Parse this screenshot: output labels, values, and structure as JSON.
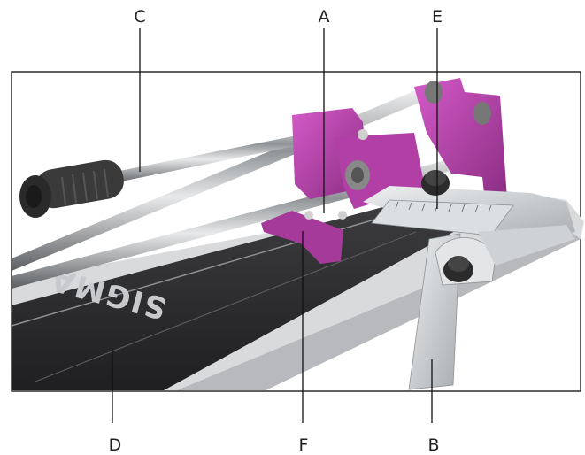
{
  "diagram": {
    "brand_text": "SIGMA",
    "callouts": {
      "a": "A",
      "b": "B",
      "c": "C",
      "d": "D",
      "e": "E",
      "f": "F"
    }
  },
  "colors": {
    "frame": "#2a2a2a",
    "purple": "#b13fa6",
    "purple_dark": "#7f2a78",
    "rail": "#d9dadc",
    "base": "#2f2f31",
    "steel": "#c9ccd0",
    "handle": "#3a3a3a"
  }
}
